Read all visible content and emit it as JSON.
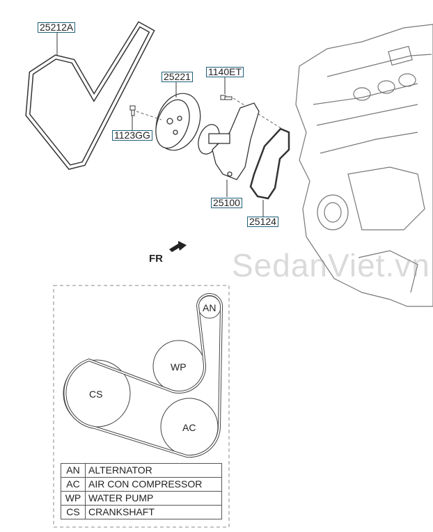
{
  "parts": {
    "belt": "25212A",
    "pulley": "25221",
    "pulley_bolt": "1123GG",
    "pump_bolt": "1140ET",
    "water_pump": "25100",
    "gasket": "25124"
  },
  "direction_label": "FR",
  "watermark": "SedanViet.vn",
  "belt_layout": {
    "pulleys": [
      "AN",
      "WP",
      "CS",
      "AC"
    ],
    "legend": [
      {
        "code": "AN",
        "name": "ALTERNATOR"
      },
      {
        "code": "AC",
        "name": "AIR CON COMPRESSOR"
      },
      {
        "code": "WP",
        "name": "WATER PUMP"
      },
      {
        "code": "CS",
        "name": "CRANKSHAFT"
      }
    ]
  }
}
